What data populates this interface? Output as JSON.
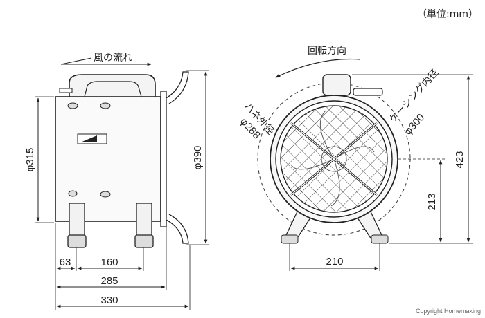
{
  "unit_label": "（単位:mm）",
  "copyright": "Copyright Homemaking",
  "side_view": {
    "airflow_label": "風の流れ",
    "dim_height": "φ315",
    "dim_overall_height": "φ390",
    "dim_63": "63",
    "dim_160": "160",
    "dim_285": "285",
    "dim_330": "330"
  },
  "front_view": {
    "rotation_label": "回転方向",
    "blade_label": "ハネ外径",
    "blade_dim": "φ288",
    "casing_label": "ケーシング内径",
    "casing_dim": "φ300",
    "dim_423": "423",
    "dim_213": "213",
    "dim_210": "210"
  }
}
